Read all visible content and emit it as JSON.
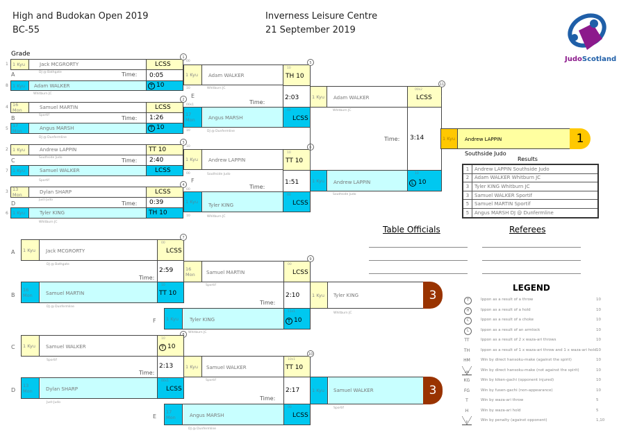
{
  "header": {
    "event": "High and Budokan Open 2019",
    "category": "BC-55",
    "venue": "Inverness Leisure Centre",
    "date": "21 September 2019",
    "logo_text_1": "Judo",
    "logo_text_2": "Scotland",
    "grade_label": "Grade"
  },
  "colors": {
    "white_side": "#ffffc4",
    "blue_side": "#00c8f0",
    "blue_name": "#c8ffff",
    "gold": "#ffc800",
    "bronze": "#993300",
    "logo_blue": "#1f5fa8",
    "logo_purple": "#8c1a8c"
  },
  "main": {
    "round1": [
      {
        "pool": "A",
        "contest": "1",
        "time_label": "Time:",
        "time": "0:05",
        "white": {
          "seed": "1",
          "grade": "1 Kyu",
          "name": "Jack MCGRORTY",
          "club": "DJ @ Bathgate",
          "score": "LCSS"
        },
        "blue": {
          "seed": "8",
          "grade": "1 Kyu",
          "name": "Adam WALKER",
          "club": "Whitburn JC",
          "score": "10",
          "icon": "T"
        }
      },
      {
        "pool": "B",
        "contest": "2",
        "time_label": "Time:",
        "time": "1:26",
        "white": {
          "seed": "4",
          "grade": "16 Mon",
          "name": "Samuel MARTIN",
          "club": "Sportif",
          "score": "LCSS"
        },
        "blue": {
          "seed": "5",
          "grade": "17 Mon",
          "name": "Angus MARSH",
          "club": "DJ @ Dunfermline",
          "score": "10",
          "icon": "T"
        }
      },
      {
        "pool": "C",
        "contest": "3",
        "time_label": "Time:",
        "time": "2:40",
        "white": {
          "seed": "2",
          "grade": "1 Kyu",
          "name": "Andrew LAPPIN",
          "club": "Southside Judo",
          "score": "TT 10"
        },
        "blue": {
          "seed": "7",
          "grade": "1 Kyu",
          "name": "Samuel WALKER",
          "club": "Sportif",
          "score": "LCSS"
        }
      },
      {
        "pool": "D",
        "contest": "4",
        "time_label": "Time:",
        "time": "0:39",
        "white": {
          "seed": "3",
          "grade": "13 Mon",
          "name": "Dylan SHARP",
          "club": "Just-Judo",
          "score": "LCSS"
        },
        "blue": {
          "seed": "6",
          "grade": "1 Kyu",
          "name": "Tyler KING",
          "club": "Whitburn JC",
          "score": "TH 10"
        }
      }
    ],
    "round2": [
      {
        "pool": "E",
        "contest": "5",
        "time_label": "Time:",
        "time": "2:03",
        "white": {
          "grade": "1 Kyu",
          "name": "Adam WALKER",
          "club": "Whitburn JC",
          "score": "TH 10",
          "small_top": "10",
          "prev_top": "00",
          "prev_bottom": "10"
        },
        "blue": {
          "grade": "17 Mon",
          "name": "Angus MARSH",
          "club": "DJ @ Dunfermline",
          "score": "LCSS",
          "small_top": "00",
          "prev_top": "00s1",
          "prev_bottom": "10"
        }
      },
      {
        "pool": "F",
        "contest": "6",
        "time_label": "Time:",
        "time": "1:51",
        "white": {
          "grade": "1 Kyu",
          "name": "Andrew LAPPIN",
          "club": "Southside Judo",
          "score": "TT 10",
          "small_top": "10",
          "prev_top": "10",
          "prev_bottom": "00"
        },
        "blue": {
          "grade": "1 Kyu",
          "name": "Tyler KING",
          "club": "Whitburn JC",
          "score": "LCSS",
          "small_top": "00",
          "prev_top": "00",
          "prev_bottom": "10"
        }
      }
    ],
    "final": {
      "contest": "11",
      "time_label": "Time:",
      "time": "3:14",
      "white": {
        "grade": "1 Kyu",
        "name": "Adam WALKER",
        "club": "Whitburn JC",
        "score": "LCSS",
        "small_top": "00s2"
      },
      "blue": {
        "grade": "1 Kyu",
        "name": "Andrew LAPPIN",
        "club": "Southside Judo",
        "score": "10",
        "icon": "L",
        "small_top": "10"
      }
    },
    "winner": {
      "grade": "1 Kyu",
      "name": "Andrew LAPPIN",
      "club": "Southside Judo",
      "place": "1"
    },
    "results": {
      "title": "Results",
      "rows": [
        {
          "pos": "1",
          "text": "Andrew LAPPIN Southside Judo"
        },
        {
          "pos": "2",
          "text": "Adam WALKER Whitburn JC"
        },
        {
          "pos": "3",
          "text": "Tyler KING Whitburn JC"
        },
        {
          "pos": "3",
          "text": "Samuel WALKER Sportif"
        },
        {
          "pos": "5",
          "text": "Samuel MARTIN Sportif"
        },
        {
          "pos": "5",
          "text": "Angus MARSH DJ @ Dunfermline"
        }
      ]
    },
    "repechage": {
      "contest7": {
        "contest": "7",
        "time_label": "Time:",
        "time": "2:59",
        "white": {
          "pool": "A",
          "grade": "1 Kyu",
          "name": "Jack MCGRORTY",
          "club": "DJ @ Bathgate",
          "score": "LCSS",
          "small_top": "00"
        },
        "blue": {
          "pool": "B",
          "grade": "16 Mon",
          "name": "Samuel MARTIN",
          "club": "DJ @ Dunfermline",
          "score": "TT 10",
          "small_top": "10"
        }
      },
      "contest9": {
        "contest": "9",
        "time_label": "Time:",
        "time": "2:10",
        "white": {
          "grade": "16 Mon",
          "name": "Samuel MARTIN",
          "club": "Sportif",
          "score": "LCSS",
          "small_top": "00"
        },
        "blue": {
          "pool": "F",
          "grade": "1 Kyu",
          "name": "Tyler KING",
          "club": "Whitburn JC",
          "score": "10",
          "icon": "T",
          "small_top": "11s1"
        }
      },
      "bronze1": {
        "grade": "1 Kyu",
        "name": "Tyler KING",
        "club": "Whitburn JC",
        "place": "3"
      },
      "contest8": {
        "contest": "8",
        "time_label": "Time:",
        "time": "2:13",
        "white": {
          "pool": "C",
          "grade": "1 Kyu",
          "name": "Samuel WALKER",
          "club": "Sportif",
          "score": "10",
          "icon": "T",
          "small_top": "10"
        },
        "blue": {
          "pool": "D",
          "grade": "13 Mon",
          "name": "Dylan SHARP",
          "club": "Just-Judo",
          "score": "LCSS",
          "small_top": "00s1"
        }
      },
      "contest10": {
        "contest": "10",
        "time_label": "Time:",
        "time": "2:17",
        "white": {
          "grade": "1 Kyu",
          "name": "Samuel WALKER",
          "club": "Sportif",
          "score": "TT 10",
          "small_top": "10s1"
        },
        "blue": {
          "pool": "E",
          "grade": "17 Mon",
          "name": "Angus MARSH",
          "club": "DJ @ Dunfermline",
          "score": "LCSS",
          "small_top": "00"
        }
      },
      "bronze2": {
        "grade": "1 Kyu",
        "name": "Samuel WALKER",
        "club": "Sportif",
        "place": "3"
      }
    },
    "officials": {
      "table_label": "Table Officials",
      "referees_label": "Referees"
    },
    "legend": {
      "title": "LEGEND",
      "rows": [
        {
          "icon": "T",
          "icon_name": "ippon-throw-icon",
          "desc": "Ippon as a result of a throw",
          "pts": "10"
        },
        {
          "icon": "H",
          "icon_name": "ippon-hold-icon",
          "desc": "Ippon as a result of a hold",
          "pts": "10"
        },
        {
          "icon": "C",
          "icon_name": "ippon-choke-icon",
          "desc": "Ippon as a result of a choke",
          "pts": "10"
        },
        {
          "icon": "L",
          "icon_name": "ippon-armlock-icon",
          "desc": "Ippon as a result of an armlock",
          "pts": "10"
        },
        {
          "icon": "TT",
          "icon_name": "tt-code",
          "desc": "Ippon as a result of 2 x waza-ari throws",
          "pts": "10"
        },
        {
          "icon": "TH",
          "icon_name": "th-code",
          "desc": "Ippon as a result of 1 x waza-ari throw and 1 x waza-ari hold",
          "pts": "10"
        },
        {
          "icon": "HM",
          "icon_name": "hm-code",
          "desc": "Win by direct hansoku-make (against the spirit)",
          "pts": "10"
        },
        {
          "icon": "HM",
          "icon_name": "hansoku-make-warning-icon",
          "desc": "Win by direct hansoku-make (not against the spirit)",
          "pts": "10"
        },
        {
          "icon": "KG",
          "icon_name": "kg-code",
          "desc": "Win by kiken-gachi (opponent injured)",
          "pts": "10"
        },
        {
          "icon": "FG",
          "icon_name": "fg-code",
          "desc": "Win by fusen-gachi (non-appearance)",
          "pts": "10"
        },
        {
          "icon": "T",
          "icon_name": "t-code",
          "desc": "Win by waza-ari throw",
          "pts": "5"
        },
        {
          "icon": "H",
          "icon_name": "h-code",
          "desc": "Win by waza-ari hold",
          "pts": "5"
        },
        {
          "icon": "P",
          "icon_name": "penalty-warning-icon",
          "desc": "Win by penalty (against opponent)",
          "pts": "1,10"
        }
      ]
    }
  }
}
